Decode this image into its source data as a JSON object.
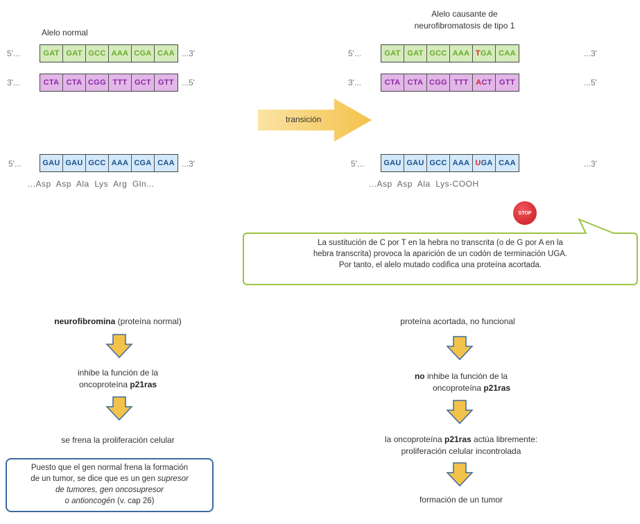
{
  "left": {
    "title": "Alelo normal",
    "dna_top": {
      "start": "5'...",
      "end": "...3'",
      "codons": [
        "GAT",
        "GAT",
        "GCC",
        "AAA",
        "CGA",
        "CAA"
      ]
    },
    "dna_bottom": {
      "start": "3'...",
      "end": "...5'",
      "codons": [
        "CTA",
        "CTA",
        "CGG",
        "TTT",
        "GCT",
        "GTT"
      ]
    },
    "mrna": {
      "start": "5'...",
      "end": "...3'",
      "codons": [
        "GAU",
        "GAU",
        "GCC",
        "AAA",
        "CGA",
        "CAA"
      ]
    },
    "aminoacids": "...Asp  Asp  Ala  Lys  Arg  Gln..."
  },
  "right": {
    "title_line1": "Alelo causante de",
    "title_line2": "neurofibromatosis de tipo 1",
    "dna_top": {
      "start": "5'...",
      "end": "...3'",
      "codons": [
        "GAT",
        "GAT",
        "GCC",
        "AAA",
        "TGA",
        "CAA"
      ],
      "mutated_index": 4,
      "mutated_char": "T",
      "mutated_rest": "GA"
    },
    "dna_bottom": {
      "start": "3'...",
      "end": "...5'",
      "codons": [
        "CTA",
        "CTA",
        "CGG",
        "TTT",
        "ACT",
        "GTT"
      ],
      "mutated_index": 4,
      "mutated_char": "A",
      "mutated_rest": "CT"
    },
    "mrna": {
      "start": "5'...",
      "end": "...3'",
      "codons": [
        "GAU",
        "GAU",
        "GCC",
        "AAA",
        "UGA",
        "CAA"
      ],
      "mutated_index": 4,
      "mutated_char": "U",
      "mutated_rest": "GA"
    },
    "aminoacids": "...Asp  Asp  Ala  Lys-COOH",
    "stop_label": "STOP"
  },
  "transition_label": "transición",
  "callout": {
    "line1": "La sustitución de C por T en la hebra no transcrita (o de G por A en la",
    "line2": "hebra transcrita) provoca la aparición de un codón de terminación UGA.",
    "line3": "Por tanto, el alelo mutado codifica una proteína acortada."
  },
  "left_flow": {
    "step1_bold": "neurofibromina",
    "step1_rest": " (proteína normal)",
    "step2_line1": "inhibe la función de la",
    "step2_line2_pre": "oncoproteína ",
    "step2_line2_bold": "p21ras",
    "step3": "se frena la proliferación celular",
    "note_line1": "Puesto que el gen normal frena la formación",
    "note_line2_pre": "de un tumor, se dice que es un gen ",
    "note_line2_it": "supresor",
    "note_line3_it": "de tumores, gen oncosupresor",
    "note_line4_it": "o antioncogén",
    "note_line4_rest": " (v. cap 26)"
  },
  "right_flow": {
    "step1": "proteína acortada, no funcional",
    "step2_line1_bold": "no",
    "step2_line1_rest": " inhibe la función de la",
    "step2_line2_pre": "oncoproteína ",
    "step2_line2_bold": "p21ras",
    "step3_line1_pre": "la oncoproteína ",
    "step3_line1_bold": "p21ras",
    "step3_line1_rest": " actúa libremente:",
    "step3_line2": "proliferación celular incontrolada",
    "step4": "formación de un tumor"
  },
  "colors": {
    "arrow_fill": "#f3c24a",
    "arrow_stroke": "#3a6aa0",
    "callout_border": "#9cc444",
    "note_border": "#3a6aa0",
    "stop": "#d9232a"
  }
}
